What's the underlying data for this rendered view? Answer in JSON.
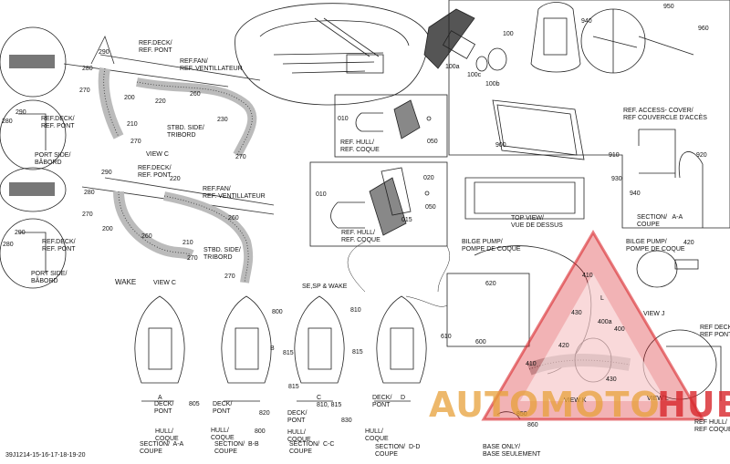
{
  "document_id": "39J1214-15-16-17-18-19-20",
  "top_labels": {
    "p100": "100",
    "p100a": "100a",
    "p100b": "100b",
    "p100c": "100c",
    "p940": "940",
    "p950": "950",
    "p960": "960",
    "ref_access_cover": "REF. ACCESS- COVER/\nREF COUVERCLE D'ACCÈS",
    "p910": "910",
    "p920": "920",
    "p930": "930",
    "p940b": "940",
    "section_aa": "SECTION/   A-A\nCOUPE",
    "p900": "900",
    "top_view": "TOP VIEW/\nVUE DE DESSUS"
  },
  "view_c_upper": {
    "ref_deck": "REF.DECK/\nREF. PONT",
    "ref_fan": "REF.FAN/\nREF. VENTILLATEUR",
    "p290": "290",
    "p280": "280",
    "p270": "270",
    "p200": "200",
    "p220": "220",
    "p260": "260",
    "p210": "210",
    "p230": "230",
    "p270b": "270",
    "p270c": "270",
    "stbd": "STBD. SIDE/\nTRIBORD",
    "view_c": "VIEW  C"
  },
  "left_inset_upper": {
    "p280": "280",
    "p290": "290",
    "ref_deck": "REF.DECK/\nREF. PONT",
    "port": "PORT SIDE/\nBÂBORD"
  },
  "view_c_lower": {
    "ref_deck": "REF.DECK/\nREF. PONT",
    "ref_fan": "REF.FAN/\nREF. VENTILLATEUR",
    "p290": "290",
    "p220": "220",
    "p280": "280",
    "p270": "270",
    "p200": "200",
    "p260": "260",
    "p260b": "260",
    "p210": "210",
    "p270b": "270",
    "p270c": "270",
    "stbd": "STBD. SIDE/\nTRIBORD"
  },
  "left_inset_lower": {
    "p290": "290",
    "p280": "280",
    "ref_deck": "REF.DECK/\nREF. PONT",
    "port": "PORT SIDE/\nBÂBORD"
  },
  "hull_upper": {
    "p010": "010",
    "p050": "050",
    "ref_hull": "REF. HULL/\nREF. COQUE"
  },
  "hull_lower": {
    "p010": "010",
    "p020": "020",
    "p015": "015",
    "p050": "050",
    "ref_hull": "REF. HULL/\nREF. COQUE"
  },
  "wake_row": {
    "wake": "WAKE",
    "view_c": "VIEW  C",
    "se_sp_wake": "SE,SP & WAKE",
    "p800": "800",
    "p810": "810",
    "p815a": "815",
    "p815b": "815",
    "p815c": "815",
    "p805": "805",
    "p820": "820",
    "p800b": "800",
    "p810b": "810, 815",
    "p830": "830",
    "A": "A",
    "B": "B",
    "C": "C",
    "D": "D",
    "secA": "SECTION/  A-A\nCOUPE",
    "secB": "SECTION/  B-B\nCOUPE",
    "secC": "SECTION/  C-C\nCOUPE",
    "secD": "SECTION/  D-D\nCOUPE",
    "deck": "DECK/\nPONT",
    "hull": "HULL/\nCOQUE"
  },
  "bilge": {
    "bilge_pump_1": "BILGE PUMP/\nPOMPE DE COQUE",
    "bilge_pump_2": "BILGE PUMP/\nPOMPE DE COQUE",
    "p420": "420",
    "p410": "410",
    "p430": "430",
    "p400a": "400a",
    "p400": "400",
    "p620": "620",
    "p610": "610",
    "p600": "600",
    "L": "L",
    "view_j": "VIEW  J",
    "view_k": "VIEW  K",
    "view_l": "VIEW  L",
    "p850": "850",
    "p860": "860",
    "base_only": "BASE ONLY/\nBASE SEULEMENT",
    "ref_deck": "REF DECK/\nREF PONT",
    "ref_hull": "REF HULL/\nREF COQUE",
    "p410b": "410",
    "p430b": "430",
    "p420b": "420"
  },
  "watermark": {
    "brand_a": "AUTOMOTO",
    "brand_b": "HUB",
    "color_red": "#d9262b",
    "color_amber": "#e8a13a"
  }
}
